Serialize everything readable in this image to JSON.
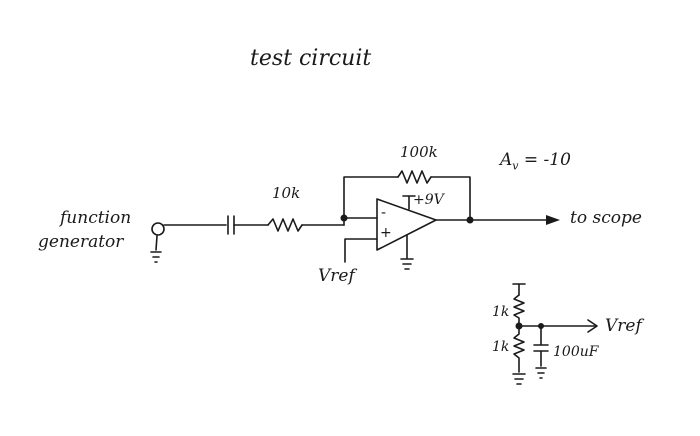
{
  "title": "test circuit",
  "labels": {
    "source_line1": "function",
    "source_line2": "generator",
    "input_resistor": "10k",
    "feedback_resistor": "100k",
    "gain_prefix": "A",
    "gain_sub": "v",
    "gain_value": "= -10",
    "supply": "+9V",
    "output": "to scope",
    "reference_input": "Vref",
    "divider_top": "1k",
    "divider_bottom": "1k",
    "bypass_cap": "100uF",
    "reference_output": "Vref",
    "opamp_minus": "-",
    "opamp_plus": "+"
  }
}
